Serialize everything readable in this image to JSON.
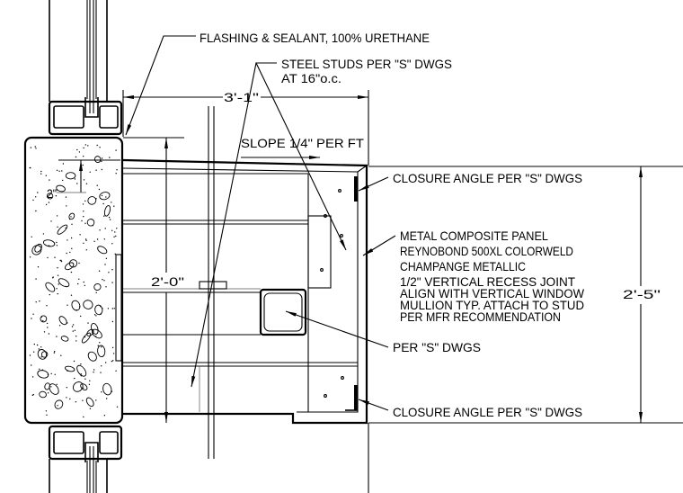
{
  "drawing": {
    "labels": {
      "flashing": "FLASHING & SEALANT, 100% URETHANE",
      "steel_studs_1": "STEEL STUDS PER \"S\" DWGS",
      "steel_studs_2": "AT 16\"o.c.",
      "slope": "SLOPE 1/4\" PER FT",
      "closure_top": "CLOSURE ANGLE PER \"S\" DWGS",
      "panel": [
        "METAL COMPOSITE PANEL",
        "REYNOBOND 500XL COLORWELD",
        "CHAMPANGE METALLIC",
        "1/2\" VERTICAL RECESS JOINT",
        "ALIGN WITH VERTICAL WINDOW",
        "MULLION TYP. ATTACH TO STUD",
        "PER MFR RECOMMENDATION"
      ],
      "per_s_dwgs": "PER \"S\" DWGS",
      "closure_bottom": "CLOSURE ANGLE PER \"S\" DWGS"
    },
    "dimensions": {
      "overall_width": "3'-1\"",
      "overall_height": "2'-5\"",
      "inner_height": "2'-0\"",
      "offset": "2\""
    },
    "colors": {
      "line": "#000000",
      "background": "#ffffff"
    }
  }
}
